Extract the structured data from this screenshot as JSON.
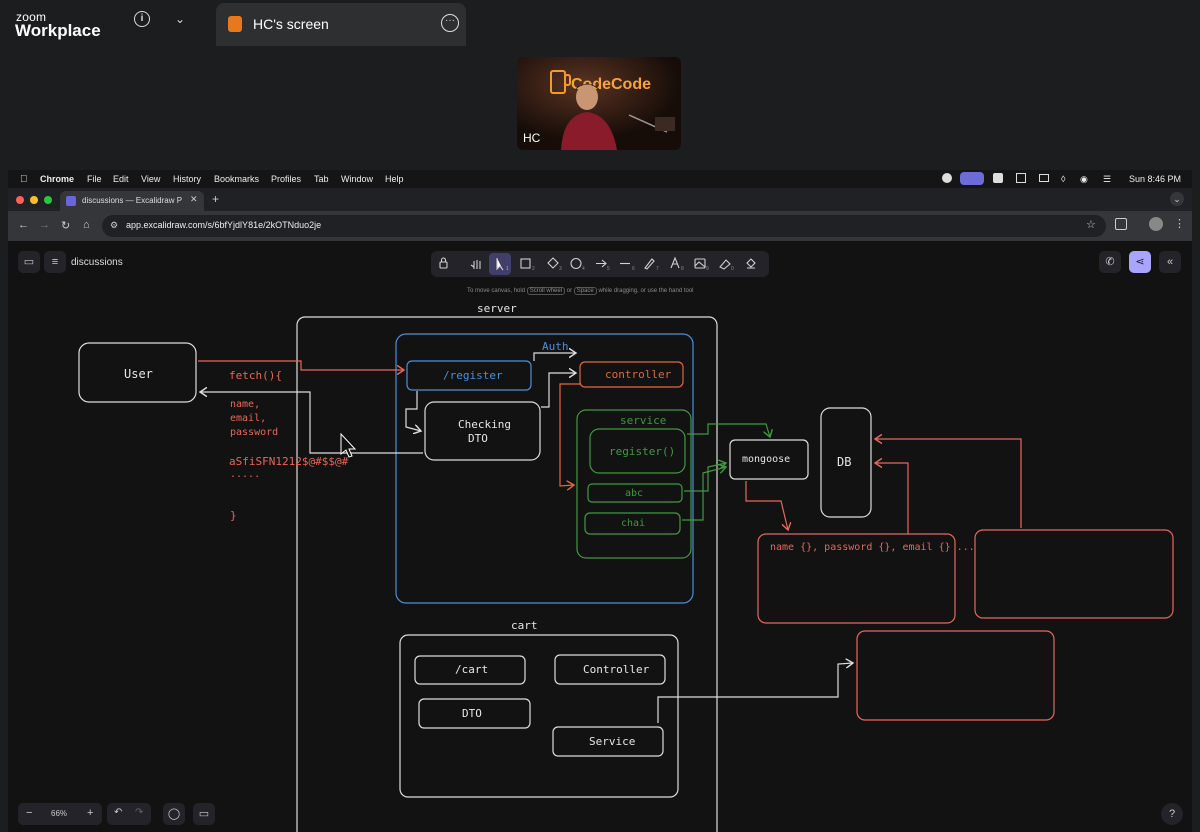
{
  "zoom": {
    "logo_top": "zoom",
    "logo_bottom": "Workplace",
    "info_icon": "info-icon",
    "tab_label": "HC's screen",
    "participant_initials": "HC",
    "video_overlay_text": "CodeCode"
  },
  "mac_menu": {
    "app": "Chrome",
    "items": [
      "File",
      "Edit",
      "View",
      "History",
      "Bookmarks",
      "Profiles",
      "Tab",
      "Window",
      "Help"
    ],
    "clock": "Sun 8:46 PM"
  },
  "chrome": {
    "tab_title": "discussions — Excalidraw Plu",
    "url": "app.excalidraw.com/s/6bfYjdlY81e/2kOTNduo2je"
  },
  "excalidraw": {
    "file_name": "discussions",
    "hint_prefix": "To move canvas, hold",
    "hint_key1": "Scroll wheel",
    "hint_or": "or",
    "hint_key2": "Space",
    "hint_suffix": "while dragging, or use the hand tool",
    "zoom_level": "66%",
    "tools": [
      "lock-icon",
      "hand-icon",
      "selection-icon",
      "rectangle-icon",
      "diamond-icon",
      "ellipse-icon",
      "arrow-icon",
      "line-icon",
      "pencil-icon",
      "text-icon",
      "image-icon",
      "eraser-icon",
      "library-icon"
    ],
    "tool_shortcuts": [
      "",
      "",
      "1",
      "2",
      "3",
      "4",
      "5",
      "6",
      "7",
      "8",
      "9",
      "0",
      ""
    ]
  },
  "diagram": {
    "server": "server",
    "auth": "Auth",
    "user": "User",
    "register": "/register",
    "controller": "controller",
    "checking": "Checking",
    "dto": "DTO",
    "service": "service",
    "register_fn": "register()",
    "abc": "abc",
    "chai": "chai",
    "mongoose": "mongoose",
    "db": "DB",
    "fetch": "fetch(){",
    "name": "name,",
    "email": "email,",
    "password": "password",
    "hash": "aSfiSFN1212$@#$$@#",
    "dots": ".....",
    "close_brace": "}",
    "schema": "name {}, password {}, email {} ...",
    "cart": "cart",
    "cart_route": "/cart",
    "cart_controller": "Controller",
    "cart_dto": "DTO",
    "cart_service": "Service"
  },
  "colors": {
    "red": "#e8675b",
    "blue": "#4a8fe0",
    "green": "#3f9a3f",
    "orange": "#e06a3a",
    "white_stroke": "#e8e8e8",
    "accent_purple": "#a8a5ff"
  }
}
